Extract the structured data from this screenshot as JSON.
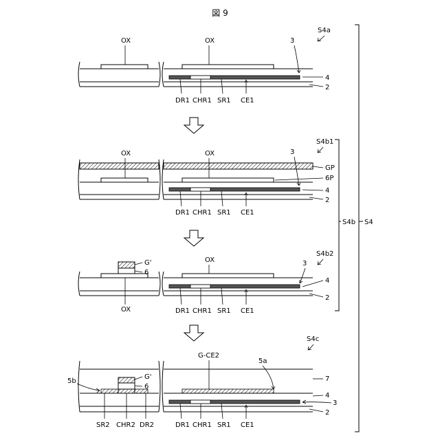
{
  "figure_title": "図 9",
  "step_labels": {
    "s4": "S4",
    "s4a": "S4a",
    "s4b": "S4b",
    "s4b1": "S4b1",
    "s4b2": "S4b2",
    "s4c": "S4c"
  },
  "panel_a": {
    "ox_left": "OX",
    "ox_right": "OX",
    "ref3": "3",
    "ref4": "4",
    "ref2": "2",
    "dr1": "DR1",
    "chr1": "CHR1",
    "sr1": "SR1",
    "ce1": "CE1"
  },
  "panel_b1": {
    "ox_left": "OX",
    "ox_right": "OX",
    "ref3": "3",
    "gp": "GP",
    "p6": "6P",
    "ref4": "4",
    "ref2": "2",
    "dr1": "DR1",
    "chr1": "CHR1",
    "sr1": "SR1",
    "ce1": "CE1"
  },
  "panel_b2": {
    "g_prime": "G'",
    "ref6": "6",
    "ox_right": "OX",
    "ox_bottom": "OX",
    "ref3": "3",
    "ref4": "4",
    "ref2": "2",
    "dr1": "DR1",
    "chr1": "CHR1",
    "sr1": "SR1",
    "ce1": "CE1"
  },
  "panel_c": {
    "g_ce2": "G-CE2",
    "ref5a": "5a",
    "ref5b": "5b",
    "g_prime": "G'",
    "ref6": "6",
    "ref7": "7",
    "ref4": "4",
    "ref3": "3",
    "ref2": "2",
    "sr2": "SR2",
    "chr2": "CHR2",
    "dr2": "DR2",
    "dr1": "DR1",
    "chr1": "CHR1",
    "sr1": "SR1",
    "ce1": "CE1"
  }
}
